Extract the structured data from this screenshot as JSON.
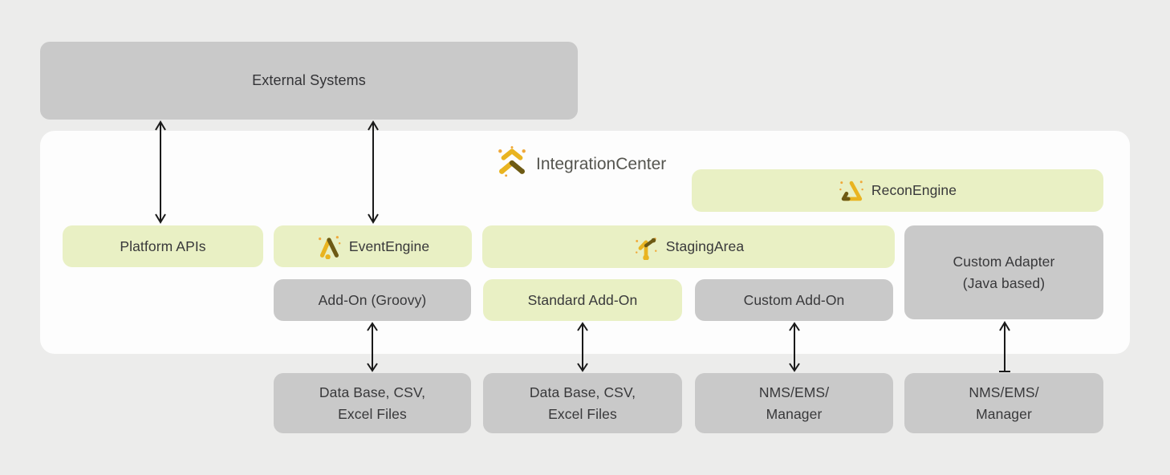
{
  "title": {
    "label": "IntegrationCenter",
    "icon": "integration-center-logo"
  },
  "colors": {
    "background": "#ececeb",
    "panel": "#fdfdfd",
    "gray_box": "#c9c9c9",
    "green_box": "#e9f0c4",
    "text": "#38383a",
    "title_text": "#55554f",
    "brand_gold": "#e9b420",
    "brand_dark_olive": "#6d5a14",
    "brand_accent_dot": "#f0a83a",
    "arrow": "#1a1a1a"
  },
  "nodes": {
    "external_systems": {
      "label": "External Systems",
      "variant": "gray"
    },
    "recon_engine": {
      "label": "ReconEngine",
      "variant": "green",
      "icon": "recon-engine-icon"
    },
    "platform_apis": {
      "label": "Platform APIs",
      "variant": "green"
    },
    "event_engine": {
      "label": "EventEngine",
      "variant": "green",
      "icon": "event-engine-icon"
    },
    "staging_area": {
      "label": "StagingArea",
      "variant": "green",
      "icon": "staging-area-icon"
    },
    "custom_adapter": {
      "line1": "Custom Adapter",
      "line2": "(Java based)",
      "variant": "gray"
    },
    "addon_groovy": {
      "label": "Add-On (Groovy)",
      "variant": "gray"
    },
    "standard_addon": {
      "label": "Standard Add-On",
      "variant": "green"
    },
    "custom_addon": {
      "label": "Custom Add-On",
      "variant": "gray"
    },
    "db_files_1": {
      "line1": "Data Base, CSV,",
      "line2": "Excel Files",
      "variant": "gray"
    },
    "db_files_2": {
      "line1": "Data Base, CSV,",
      "line2": "Excel Files",
      "variant": "gray"
    },
    "nms_ems_1": {
      "line1": "NMS/EMS/",
      "line2": "Manager",
      "variant": "gray"
    },
    "nms_ems_2": {
      "line1": "NMS/EMS/",
      "line2": "Manager",
      "variant": "gray"
    }
  },
  "connections": [
    {
      "from": "external-systems",
      "to": "platform-apis",
      "type": "bidirectional"
    },
    {
      "from": "external-systems",
      "to": "event-engine",
      "type": "bidirectional"
    },
    {
      "from": "addon-groovy",
      "to": "db-files-1",
      "type": "bidirectional"
    },
    {
      "from": "standard-addon",
      "to": "db-files-2",
      "type": "bidirectional"
    },
    {
      "from": "custom-addon",
      "to": "nms-ems-1",
      "type": "bidirectional"
    },
    {
      "from": "nms-ems-2",
      "to": "custom-adapter",
      "type": "up-arrow-with-base-bar"
    }
  ]
}
